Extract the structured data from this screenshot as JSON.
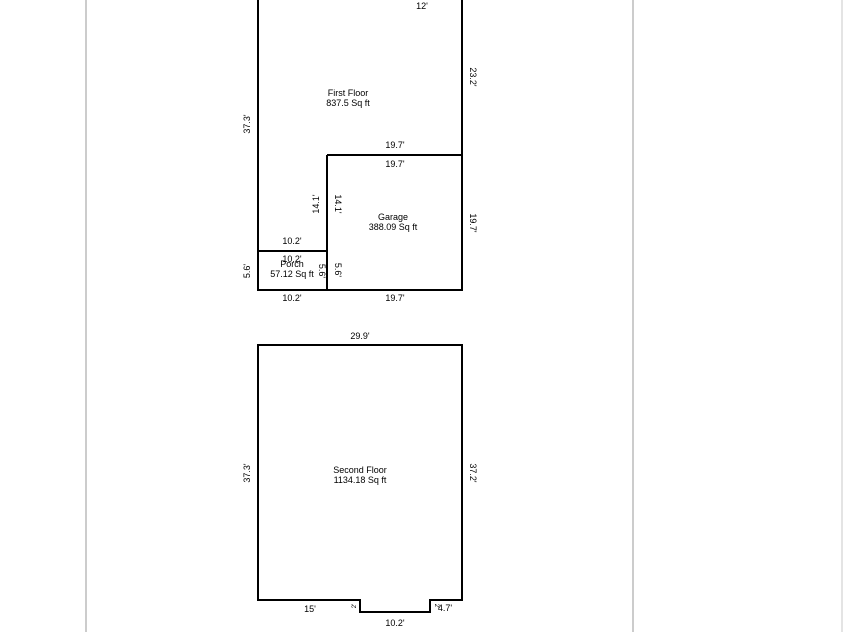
{
  "first_floor": {
    "name": "First Floor",
    "area": "837.5 Sq ft",
    "dims": {
      "top": "12'",
      "right": "23.2'",
      "left": "37.3'",
      "inner_step": "19.7'",
      "inner_left": "14.1'"
    }
  },
  "garage": {
    "name": "Garage",
    "area": "388.09 Sq ft",
    "dims": {
      "top": "19.7'",
      "left": "14.1'",
      "right": "19.7'",
      "bottom": "19.7'",
      "lower_left": "5.6'"
    }
  },
  "porch": {
    "name": "Porch",
    "area": "57.12 Sq ft",
    "dims": {
      "top": "10.2'",
      "top_inner": "10.2'",
      "left": "5.6'",
      "right": "5.6'",
      "bottom": "10.2'"
    }
  },
  "second_floor": {
    "name": "Second Floor",
    "area": "1134.18 Sq ft",
    "dims": {
      "top": "29.9'",
      "left": "37.3'",
      "right": "37.2'",
      "bottom_left": "15'",
      "bottom_notch": "10.2'",
      "bottom_right": "4.7'",
      "notch_left": "2'",
      "notch_right": "2'"
    }
  },
  "colors": {
    "walls": "#000000",
    "background": "#ffffff",
    "page_border": "#9a9a9a"
  }
}
